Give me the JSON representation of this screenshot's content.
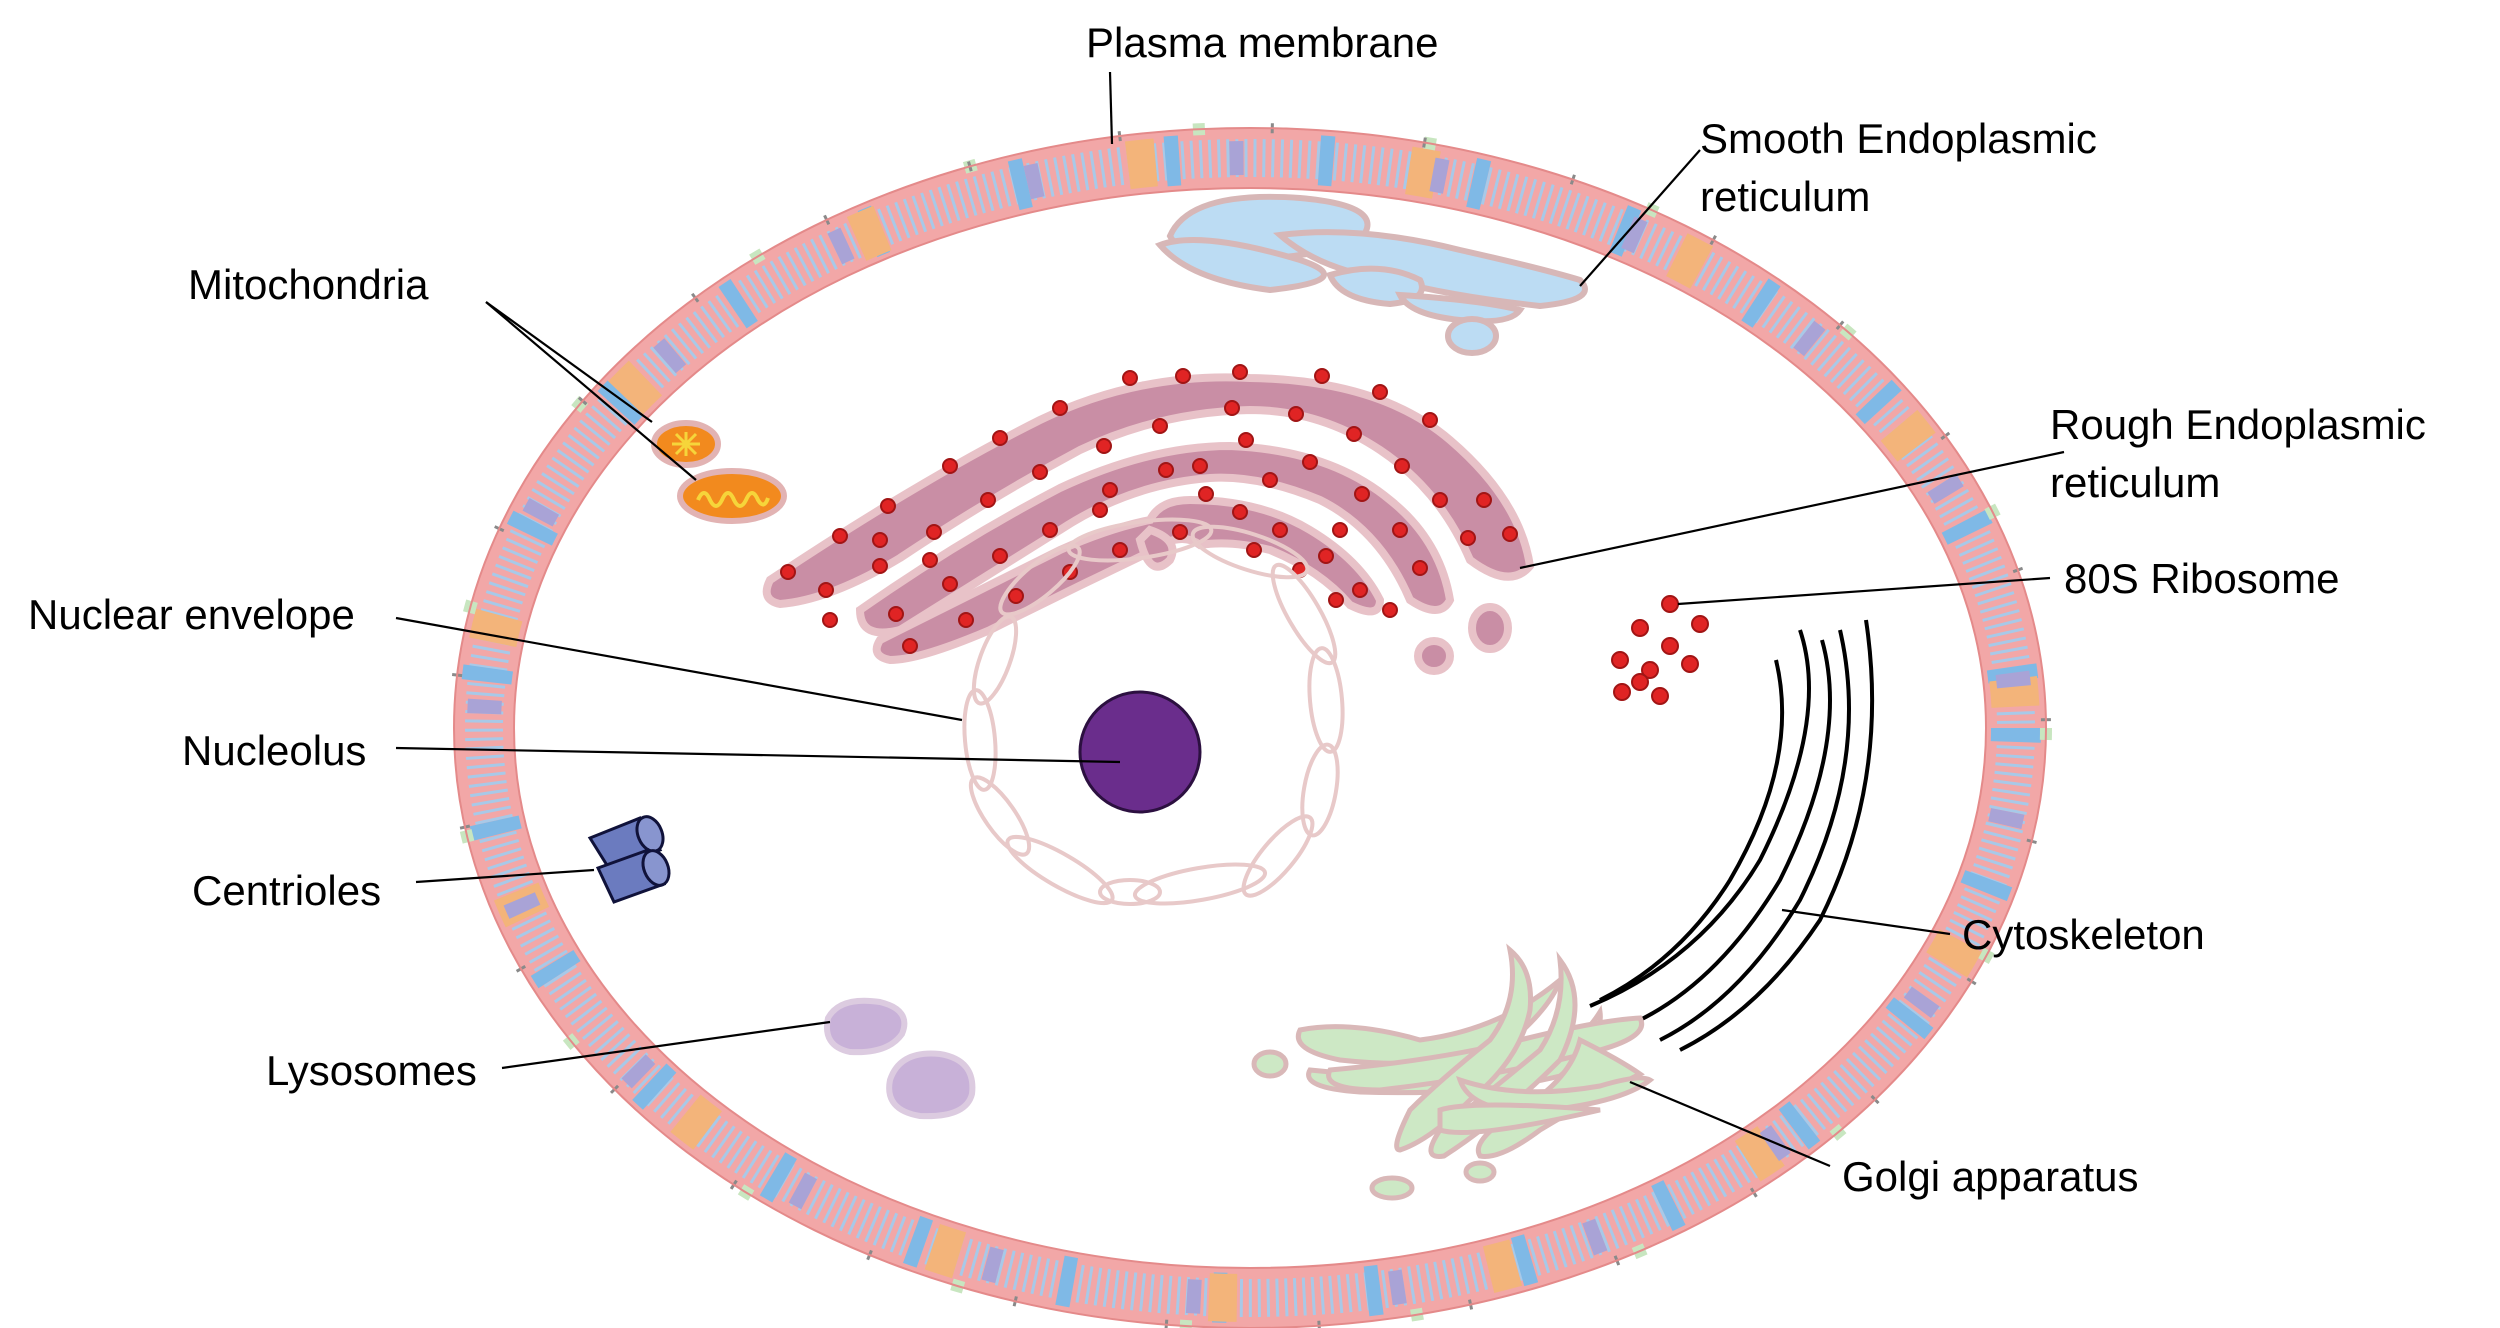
{
  "labels": {
    "plasma_membrane": "Plasma membrane",
    "smooth_er_line1": "Smooth Endoplasmic",
    "smooth_er_line2": "reticulum",
    "mitochondria": "Mitochondria",
    "rough_er_line1": "Rough Endoplasmic",
    "rough_er_line2": "reticulum",
    "ribosome": "80S Ribosome",
    "nuclear_envelope": "Nuclear envelope",
    "nucleolus": "Nucleolus",
    "centrioles": "Centrioles",
    "cytoskeleton": "Cytoskeleton",
    "lysosomes": "Lysosomes",
    "golgi": "Golgi apparatus"
  },
  "colors": {
    "membrane_pink": "#f2a7a7",
    "membrane_blue": "#7fb9e6",
    "membrane_orange": "#f3b47a",
    "membrane_purple": "#a9a3d6",
    "membrane_green": "#c8e6c0",
    "smooth_er": "#bcdcf3",
    "rough_er": "#c98ea5",
    "ribosome": "#e02424",
    "mitochondria": "#f28a1e",
    "mito_cristae": "#f6d53a",
    "nucleolus": "#6a2d8c",
    "nuclear_envelope": "#e8c9c9",
    "centrioles": "#6b7bbf",
    "lysosome": "#c8b1d8",
    "golgi": "#cde8c5",
    "cytoskeleton": "#000000"
  }
}
